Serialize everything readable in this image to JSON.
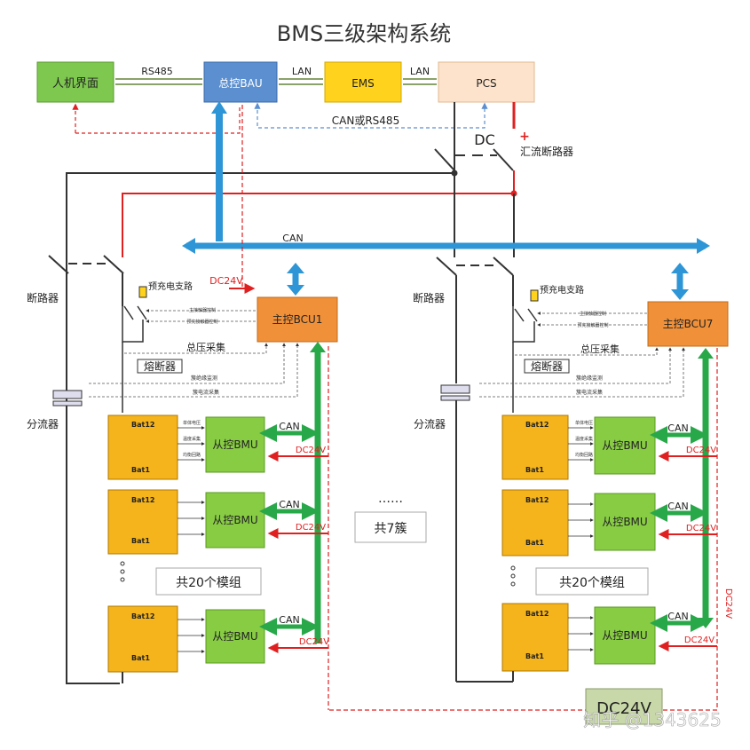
{
  "title": "BMS三级架构系统",
  "top_row": {
    "hmi": "人机界面",
    "bau": "总控BAU",
    "ems": "EMS",
    "pcs": "PCS",
    "link_rs485": "RS485",
    "link_lan_1": "LAN",
    "link_lan_2": "LAN",
    "can_or_rs485": "CAN或RS485",
    "dc": "DC",
    "plus": "+",
    "bus_breaker": "汇流断路器"
  },
  "can_bus_label": "CAN",
  "cluster_left": {
    "breaker": "断路器",
    "precharge": "预充电支路",
    "dc24v": "DC24V",
    "bcu": "主控BCU1",
    "main_contactor_ctrl": "主接触器控制",
    "precharge_ctrl": "预充接触器控制",
    "total_voltage": "总压采集",
    "fuse": "熔断器",
    "insulation": "簇绝缘监测",
    "current": "簇电流采集",
    "shunt": "分流器",
    "modules_label": "共20个模组",
    "bmu": "从控BMU",
    "bat_top": "Bat12",
    "bat_bottom": "Bat1",
    "bmu_can": "CAN",
    "bmu_dc24v": "DC24V",
    "cell_voltage": "单体电压",
    "temperature": "温度采集",
    "balancing": "均衡回路"
  },
  "cluster_right": {
    "breaker": "断路器",
    "precharge": "预充电支路",
    "bcu": "主控BCU7",
    "main_contactor_ctrl": "主接触器控制",
    "precharge_ctrl": "预充接触器控制",
    "total_voltage": "总压采集",
    "fuse": "熔断器",
    "insulation": "簇绝缘监测",
    "current": "簇电流采集",
    "shunt": "分流器",
    "modules_label": "共20个模组",
    "bmu": "从控BMU",
    "bat_top": "Bat12",
    "bat_bottom": "Bat1",
    "bmu_can": "CAN",
    "bmu_dc24v": "DC24V",
    "cell_voltage": "单体电压",
    "temperature": "温度采集",
    "balancing": "均衡回路",
    "vertical_dc24v": "DC24V"
  },
  "middle": {
    "dots": "……",
    "clusters": "共7簇"
  },
  "dc24v_supply": "DC24V",
  "watermark": "知乎 @1343625",
  "colors": {
    "green_box": "#7ec850",
    "blue_box": "#5b8fcf",
    "yellow_box": "#ffd21e",
    "pcs_box": "#fde3cc",
    "orange_box": "#f0913a",
    "module_box": "#f5b41c",
    "bmu_box": "#88cc44",
    "can_blue": "#2e96d6",
    "can_green": "#29a84a",
    "red": "#e02020",
    "olive_box": "#c8d8a8"
  }
}
